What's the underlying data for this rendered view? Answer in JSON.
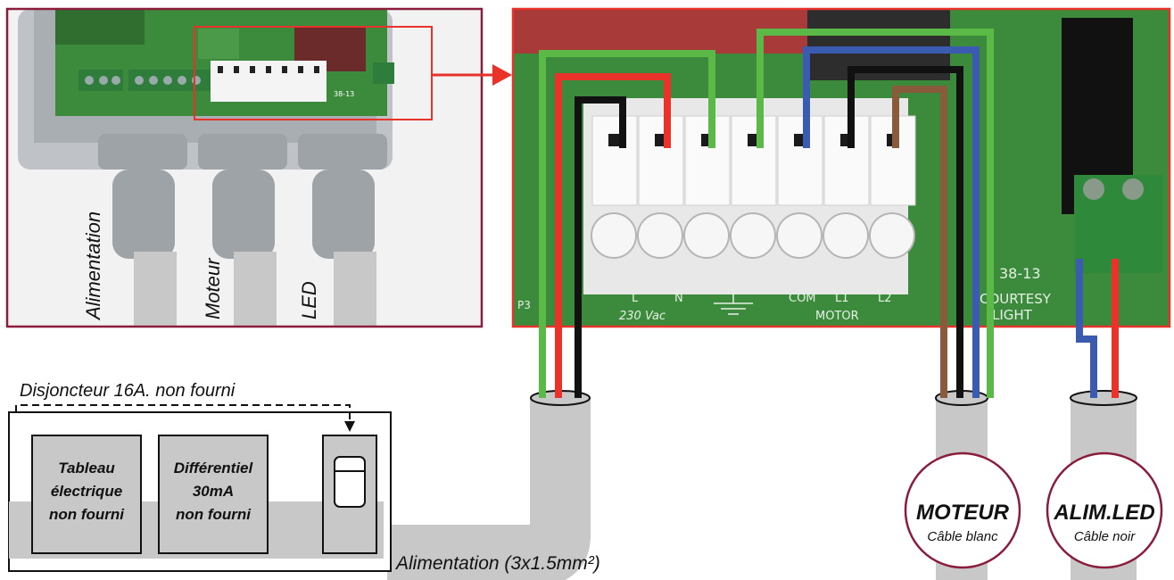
{
  "photo_left": {
    "labels": {
      "power": "Alimentation",
      "motor": "Moteur",
      "led": "LED"
    },
    "board_text": "38-13"
  },
  "photo_right": {
    "terminal_labels": [
      "L",
      "N",
      "COM",
      "L1",
      "L2"
    ],
    "group_voltage": "230 Vac",
    "group_motor": "MOTOR",
    "board_text": "38-13",
    "courtesy_line1": "COURTESY",
    "courtesy_line2": "LIGHT",
    "p3": "P3"
  },
  "breaker_caption": "Disjoncteur 16A. non fourni",
  "boxes": {
    "panel": [
      "Tableau",
      "électrique",
      "non fourni"
    ],
    "differential": [
      "Différentiel",
      "30mA",
      "non fourni"
    ]
  },
  "power_cable_label": "Alimentation (3x1.5mm²)",
  "cables": {
    "motor": {
      "title": "MOTEUR",
      "subtitle": "Câble blanc"
    },
    "led": {
      "title": "ALIM.LED",
      "subtitle": "Câble noir"
    }
  },
  "colors": {
    "frame": "#8a1c3c",
    "arrow": "#e8322a",
    "green_wire": "#5ab947",
    "red_wire": "#e8322a",
    "black_wire": "#111111",
    "blue_wire": "#3b5bb0",
    "brown_wire": "#8a5a3c",
    "cable_grey": "#c8c8c8",
    "pcb_green": "#3c8a3c"
  }
}
